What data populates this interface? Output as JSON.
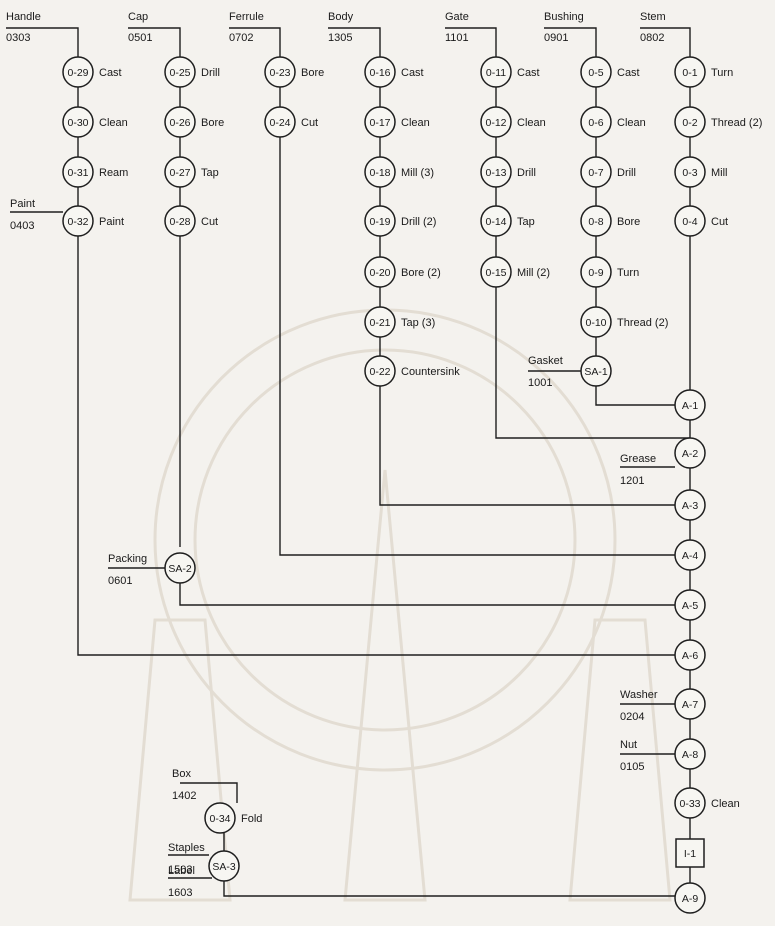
{
  "parts": [
    {
      "key": "handle",
      "name": "Handle",
      "number": "0303"
    },
    {
      "key": "cap",
      "name": "Cap",
      "number": "0501"
    },
    {
      "key": "ferrule",
      "name": "Ferrule",
      "number": "0702"
    },
    {
      "key": "body",
      "name": "Body",
      "number": "1305"
    },
    {
      "key": "gate",
      "name": "Gate",
      "number": "1101"
    },
    {
      "key": "bushing",
      "name": "Bushing",
      "number": "0901"
    },
    {
      "key": "stem",
      "name": "Stem",
      "number": "0802"
    },
    {
      "key": "paint",
      "name": "Paint",
      "number": "0403"
    },
    {
      "key": "gasket",
      "name": "Gasket",
      "number": "1001"
    },
    {
      "key": "grease",
      "name": "Grease",
      "number": "1201"
    },
    {
      "key": "packing",
      "name": "Packing",
      "number": "0601"
    },
    {
      "key": "washer",
      "name": "Washer",
      "number": "0204"
    },
    {
      "key": "nut",
      "name": "Nut",
      "number": "0105"
    },
    {
      "key": "box",
      "name": "Box",
      "number": "1402"
    },
    {
      "key": "staples",
      "name": "Staples",
      "number": "1503"
    },
    {
      "key": "label",
      "name": "Label",
      "number": "1603"
    }
  ],
  "operations": [
    {
      "id": "0-29",
      "label": "Cast"
    },
    {
      "id": "0-30",
      "label": "Clean"
    },
    {
      "id": "0-31",
      "label": "Ream"
    },
    {
      "id": "0-32",
      "label": "Paint"
    },
    {
      "id": "0-25",
      "label": "Drill"
    },
    {
      "id": "0-26",
      "label": "Bore"
    },
    {
      "id": "0-27",
      "label": "Tap"
    },
    {
      "id": "0-28",
      "label": "Cut"
    },
    {
      "id": "0-23",
      "label": "Bore"
    },
    {
      "id": "0-24",
      "label": "Cut"
    },
    {
      "id": "0-16",
      "label": "Cast"
    },
    {
      "id": "0-17",
      "label": "Clean"
    },
    {
      "id": "0-18",
      "label": "Mill (3)"
    },
    {
      "id": "0-19",
      "label": "Drill (2)"
    },
    {
      "id": "0-20",
      "label": "Bore (2)"
    },
    {
      "id": "0-21",
      "label": "Tap (3)"
    },
    {
      "id": "0-22",
      "label": "Countersink"
    },
    {
      "id": "0-11",
      "label": "Cast"
    },
    {
      "id": "0-12",
      "label": "Clean"
    },
    {
      "id": "0-13",
      "label": "Drill"
    },
    {
      "id": "0-14",
      "label": "Tap"
    },
    {
      "id": "0-15",
      "label": "Mill (2)"
    },
    {
      "id": "0-5",
      "label": "Cast"
    },
    {
      "id": "0-6",
      "label": "Clean"
    },
    {
      "id": "0-7",
      "label": "Drill"
    },
    {
      "id": "0-8",
      "label": "Bore"
    },
    {
      "id": "0-9",
      "label": "Turn"
    },
    {
      "id": "0-10",
      "label": "Thread (2)"
    },
    {
      "id": "0-1",
      "label": "Turn"
    },
    {
      "id": "0-2",
      "label": "Thread (2)"
    },
    {
      "id": "0-3",
      "label": "Mill"
    },
    {
      "id": "0-4",
      "label": "Cut"
    },
    {
      "id": "0-34",
      "label": "Fold"
    },
    {
      "id": "0-33",
      "label": "Clean"
    }
  ],
  "assemblies": [
    "SA-1",
    "SA-2",
    "SA-3",
    "A-1",
    "A-2",
    "A-3",
    "A-4",
    "A-5",
    "A-6",
    "A-7",
    "A-8",
    "A-9"
  ],
  "inspections": [
    "I-1"
  ]
}
